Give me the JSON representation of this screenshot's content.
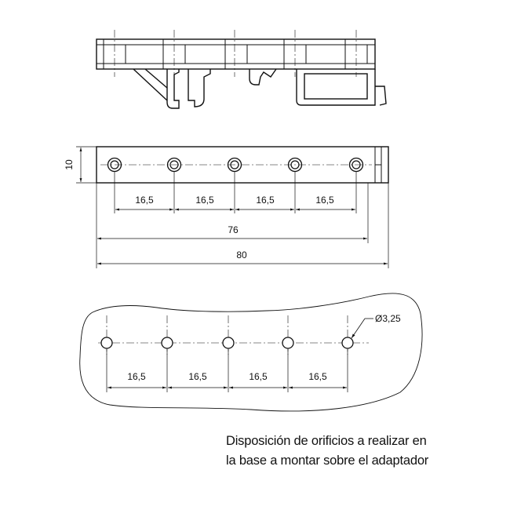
{
  "top_dimensions": {
    "height": "10",
    "pitch": [
      "16,5",
      "16,5",
      "16,5",
      "16,5"
    ],
    "overall_holes": "76",
    "overall_length": "80"
  },
  "bottom_dimensions": {
    "hole_diameter": "Ø3,25",
    "pitch": [
      "16,5",
      "16,5",
      "16,5",
      "16,5"
    ]
  },
  "caption": {
    "line1": "Disposición de orificios a realizar en",
    "line2": "la base a montar sobre el adaptador"
  }
}
